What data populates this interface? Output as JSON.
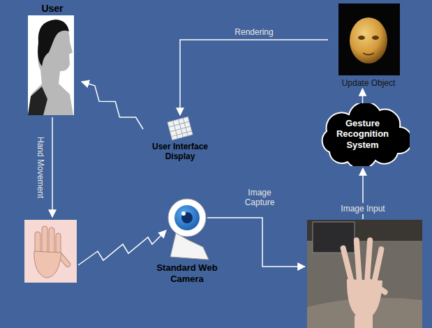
{
  "diagram": {
    "nodes": [
      {
        "text": [
          "User"
        ]
      },
      {
        "text": [
          "User Interface Display"
        ]
      },
      {
        "text": [
          "Update Object"
        ]
      },
      {
        "text": [
          "Gesture Recognition System"
        ]
      },
      {
        "text": [
          "Standard Web Camera"
        ]
      }
    ],
    "edges": [
      {
        "from": 2,
        "to": 1,
        "label": "Rendering",
        "arrow": "to"
      },
      {
        "from": 1,
        "to": 0,
        "arrow": "to"
      },
      {
        "from": 3,
        "to": 2,
        "arrow": "to"
      }
    ],
    "labels": [
      "Hand Movement",
      "Image Capture",
      "Image Input"
    ]
  }
}
